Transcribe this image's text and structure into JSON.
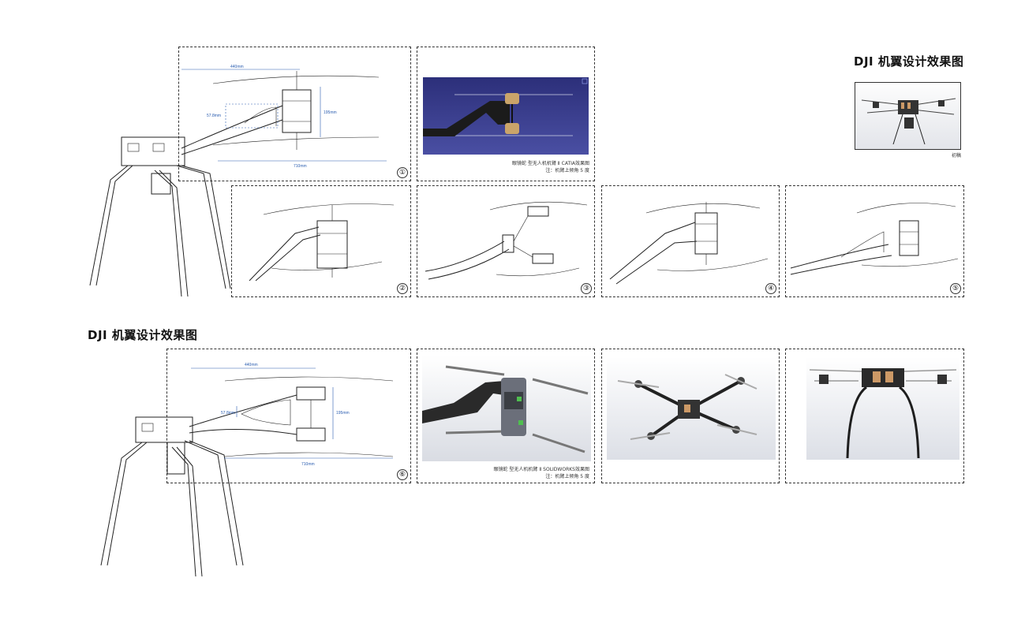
{
  "titles": {
    "top_right": "DJI 机翼设计效果图",
    "middle_left": "DJI 机翼设计效果图"
  },
  "thumb_label": "初稿",
  "panels": [
    {
      "number": "①"
    },
    {
      "number": "②"
    },
    {
      "number": "③"
    },
    {
      "number": "④"
    },
    {
      "number": "⑤"
    },
    {
      "number": "⑥"
    }
  ],
  "captions": {
    "catia_line1": "眼镜蛇 型无人机机臂 Ⅱ CATIA效果图",
    "catia_line2": "注：机臂上倾角 5 度",
    "solidworks_line1": "眼镜蛇 型无人机机臂 Ⅱ SOLIDWORKS效果图",
    "solidworks_line2": "注：机臂上倾角 5 度"
  },
  "dimensions": {
    "width_top": "440mm",
    "height": "195mm",
    "offset": "57.8mm",
    "width_bottom": "710mm"
  },
  "colors": {
    "dimension_blue": "#2a5db0",
    "catia_bg": "#3a3f8f",
    "carbon": "#222222"
  }
}
